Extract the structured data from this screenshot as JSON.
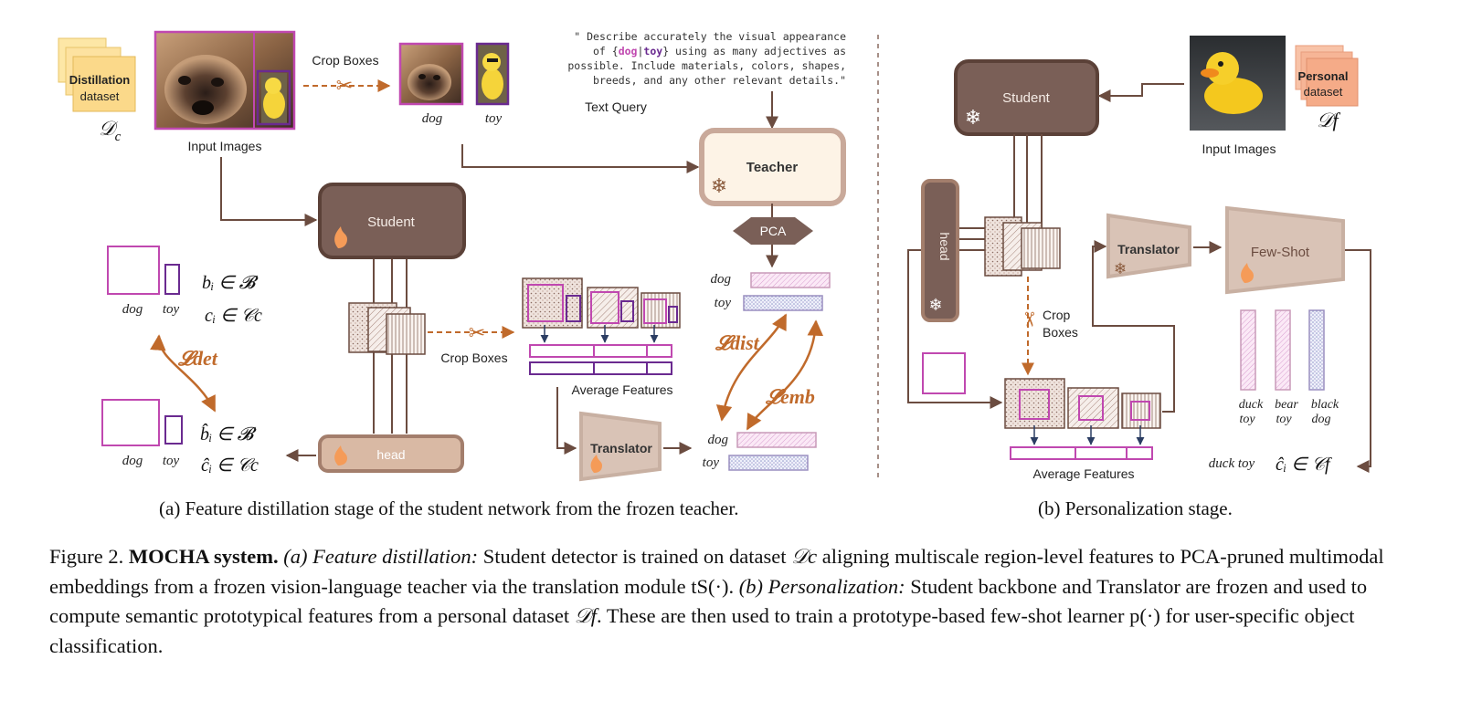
{
  "panel_a": {
    "distill_dataset_line1": "Distillation",
    "distill_dataset_line2": "dataset",
    "dc_symbol": "𝒟",
    "dc_sub": "c",
    "input_images": "Input Images",
    "crop_boxes_top": "Crop Boxes",
    "dog_label": "dog",
    "toy_label": "toy",
    "query_line1": "\" Describe accurately the visual appearance",
    "query_line2_pre": "of {",
    "query_dog": "dog",
    "query_sep": "|",
    "query_toy": "toy",
    "query_line2_post": "} using as many adjectives as",
    "query_line3": "possible. Include materials, colors, shapes,",
    "query_line4": "breeds, and any other relevant details.\"",
    "text_query": "Text Query",
    "teacher": "Teacher",
    "student": "Student",
    "pca": "PCA",
    "head": "head",
    "translator": "Translator",
    "crop_boxes_mid": "Crop Boxes",
    "average_features": "Average Features",
    "loss_dist": "𝓛dist",
    "loss_emb": "𝓛emb",
    "loss_det": "𝓛det",
    "b_line": "bᵢ ∈ 𝓑",
    "c_line": "cᵢ ∈ 𝒞c",
    "bhat_line": "b̂ᵢ ∈ 𝓑",
    "chat_line": "ĉᵢ ∈ 𝒞c",
    "caption": "(a) Feature distillation stage of the student network from the frozen teacher."
  },
  "panel_b": {
    "student": "Student",
    "personal_line1": "Personal",
    "personal_line2": "dataset",
    "df_symbol": "𝒟f",
    "input_images": "Input Images",
    "head": "head",
    "crop": "Crop",
    "boxes": "Boxes",
    "translator": "Translator",
    "few_shot": "Few-Shot",
    "average_features": "Average Features",
    "proto_labels": [
      [
        "duck",
        "toy"
      ],
      [
        "bear",
        "toy"
      ],
      [
        "black",
        "dog"
      ]
    ],
    "output_label": "duck toy",
    "output_set": "ĉᵢ ∈ 𝒞f",
    "caption": "(b) Personalization stage."
  },
  "caption": {
    "fig_label": "Figure 2.",
    "title": "MOCHA system.",
    "part_a_label": "(a) Feature distillation:",
    "part_a_1": " Student detector is trained on dataset ",
    "dc": "𝒟c",
    "part_a_2": " aligning multiscale region-level features to PCA-pruned multimodal embeddings from a frozen vision-language teacher via the translation module ",
    "ts": "tS(·)",
    "part_a_3": ". ",
    "part_b_label": "(b) Personalization:",
    "part_b_1": " Student backbone and Translator are frozen and used to compute semantic prototypical features from a personal dataset ",
    "df": "𝒟f",
    "part_b_2": ". These are then used to train a prototype-based few-shot learner ",
    "p": "p(·)",
    "part_b_3": " for user-specific object classification."
  },
  "colors": {
    "brown": "#7a5f57",
    "dark_brown": "#5b4138",
    "arrow": "#6b4c40",
    "orange": "#c06a2b",
    "magenta": "#c048b0",
    "purple": "#6a2a90",
    "cream": "#fdf3e6",
    "tan": "#d9c3b6",
    "yellow": "#fbd98a",
    "salmon": "#f6b596"
  }
}
